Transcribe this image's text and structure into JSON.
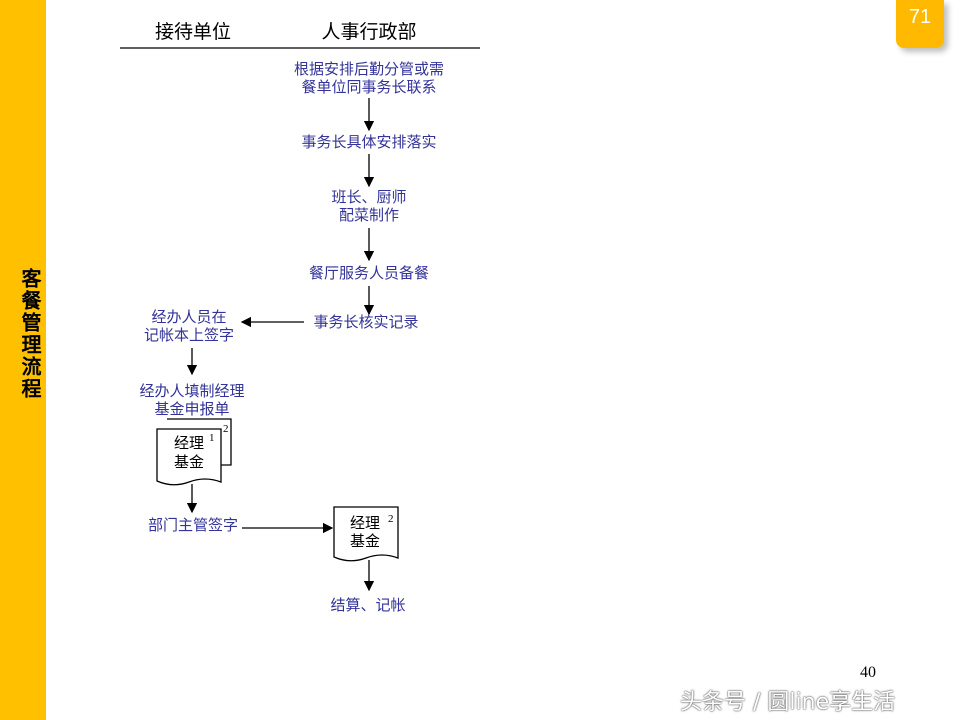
{
  "sidebar": {
    "title": "客餐管理流程"
  },
  "badge": "71",
  "page_number": "40",
  "watermark": "头条号 / 圆line享生活",
  "columns": [
    "接待单位",
    "人事行政部"
  ],
  "steps": {
    "s1": [
      "根据安排后勤分管或需",
      "餐单位同事务长联系"
    ],
    "s2": "事务长具体安排落实",
    "s3": [
      "班长、厨师",
      "配菜制作"
    ],
    "s4": "餐厅服务人员备餐",
    "s5": "事务长核实记录",
    "s6": [
      "经办人员在",
      "记帐本上签字"
    ],
    "s7": [
      "经办人填制经理",
      "基金申报单"
    ],
    "s8": "部门主管签字",
    "s9": "结算、记帐"
  },
  "docs": {
    "doc1": {
      "lines": [
        "经理",
        "基金"
      ],
      "copy_front": "1",
      "copy_back": "2"
    },
    "doc2": {
      "lines": [
        "经理",
        "基金"
      ],
      "copy": "2"
    }
  }
}
